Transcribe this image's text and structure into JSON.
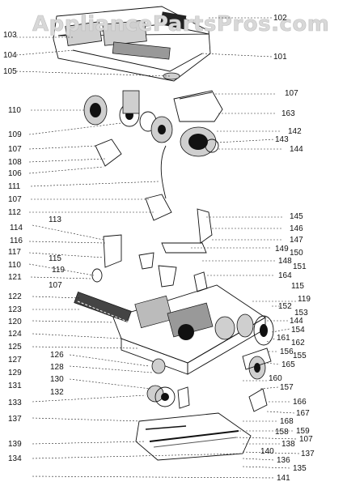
{
  "watermark": "AppliancePartsPros.com",
  "labels": {
    "l101": "101",
    "l102": "102",
    "l103": "103",
    "l104": "104",
    "l105": "105",
    "l106": "106",
    "l107a": "107",
    "l107b": "107",
    "l107c": "107",
    "l107d": "107",
    "l107e": "107",
    "l108": "108",
    "l109": "109",
    "l110a": "110",
    "l110b": "110",
    "l111": "111",
    "l112": "112",
    "l113": "113",
    "l114": "114",
    "l115a": "115",
    "l115b": "115",
    "l116": "116",
    "l117": "117",
    "l119a": "119",
    "l119b": "119",
    "l120": "120",
    "l121": "121",
    "l122": "122",
    "l123": "123",
    "l124": "124",
    "l125": "125",
    "l126": "126",
    "l127": "127",
    "l128": "128",
    "l129": "129",
    "l130": "130",
    "l131": "131",
    "l132": "132",
    "l133": "133",
    "l134": "134",
    "l135": "135",
    "l136": "136",
    "l137a": "137",
    "l137b": "137",
    "l138": "138",
    "l139": "139",
    "l140": "140",
    "l141": "141",
    "l142": "142",
    "l143": "143",
    "l144a": "144",
    "l144b": "144",
    "l145": "145",
    "l146": "146",
    "l147": "147",
    "l148": "148",
    "l149": "149",
    "l150": "150",
    "l151": "151",
    "l152": "152",
    "l153": "153",
    "l154": "154",
    "l155": "155",
    "l156": "156",
    "l157": "157",
    "l158": "158",
    "l159": "159",
    "l160": "160",
    "l161": "161",
    "l162": "162",
    "l163": "163",
    "l164": "164",
    "l165": "165",
    "l166": "166",
    "l167": "167",
    "l168": "168"
  }
}
